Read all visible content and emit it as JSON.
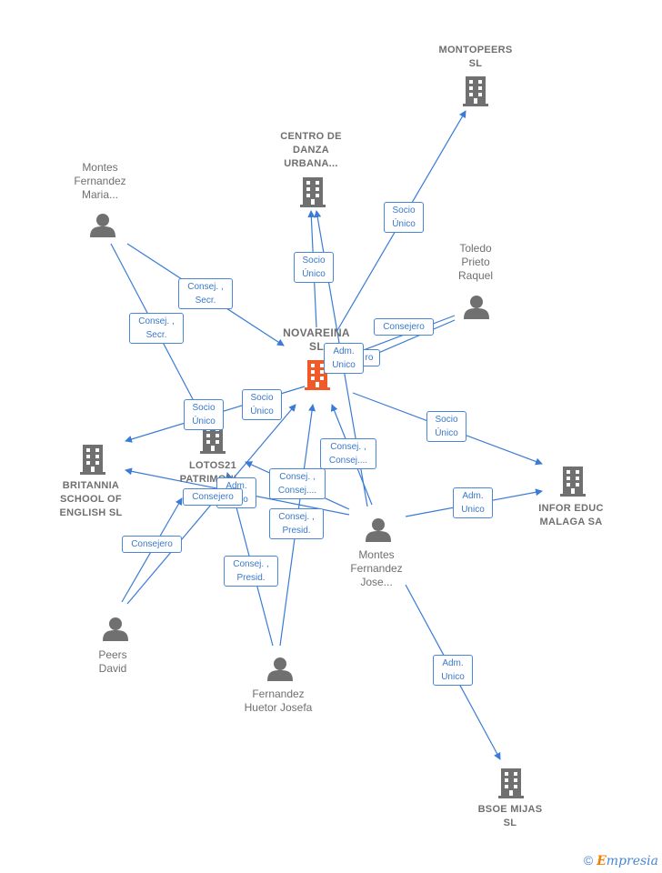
{
  "nodes": {
    "novareina": "NOVAREINA SL",
    "montopeers": "MONTOPEERS SL",
    "centro_danza": "CENTRO DE DANZA URBANA...",
    "montes_maria": "Montes Fernandez Maria...",
    "toledo": "Toledo Prieto Raquel",
    "britannia": "BRITANNIA SCHOOL OF ENGLISH SL",
    "lotos21": "LOTOS21 PATRIMONI...",
    "infor_educ": "INFOR EDUC MALAGA SA",
    "montes_jose": "Montes Fernandez Jose...",
    "peers_david": "Peers David",
    "fernandez_josefa": "Fernandez Huetor Josefa",
    "bsoe_mijas": "BSOE MIJAS SL"
  },
  "relations": {
    "socio_unico_montopeers": "Socio Único",
    "socio_unico_centro": "Socio Único",
    "consejero_toledo": "Consejero",
    "adm_unico_main": "Adm. Unico",
    "consej_secr_1": "Consej. , Secr.",
    "consej_secr_2": "Consej. , Secr.",
    "socio_unico_lotos_a": "Socio Único",
    "socio_unico_lotos_b": "Socio Único",
    "socio_unico_infor": "Socio Único",
    "consej_consej_1": "Consej. , Consej....",
    "consej_consej_2": "Consej. , Consej....",
    "adm_unico_lotos": "Adm. Unico",
    "consejero_brit": "Consejero",
    "consejero_peers": "Consejero",
    "consej_presid_1": "Consej. , Presid.",
    "consej_presid_2": "Consej. , Presid.",
    "adm_unico_infor": "Adm. Unico",
    "adm_unico_bsoe": "Adm. Unico",
    "ro_fragment": "ro"
  },
  "footer": {
    "copyright": "©",
    "brand_e": "E",
    "brand_rest": "mpresia"
  },
  "colors": {
    "edge": "#3a7bd5",
    "main_node": "#f05a28",
    "node": "#707070"
  }
}
